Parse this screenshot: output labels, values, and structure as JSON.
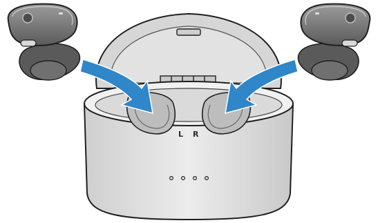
{
  "case": {
    "left_slot_label": "L",
    "right_slot_label": "R",
    "indicator_count": 4
  },
  "colors": {
    "arrow": "#2f86c9",
    "outline": "#1f1f1f",
    "case_body": "#e4e4e4",
    "case_lid": "#d9d9d9",
    "earbud_dark": "#5f5f5f",
    "earbud_light": "#9a9a9a"
  },
  "icons": [
    "earbud-left-icon",
    "earbud-right-icon",
    "insert-arrow-left-icon",
    "insert-arrow-right-icon"
  ]
}
